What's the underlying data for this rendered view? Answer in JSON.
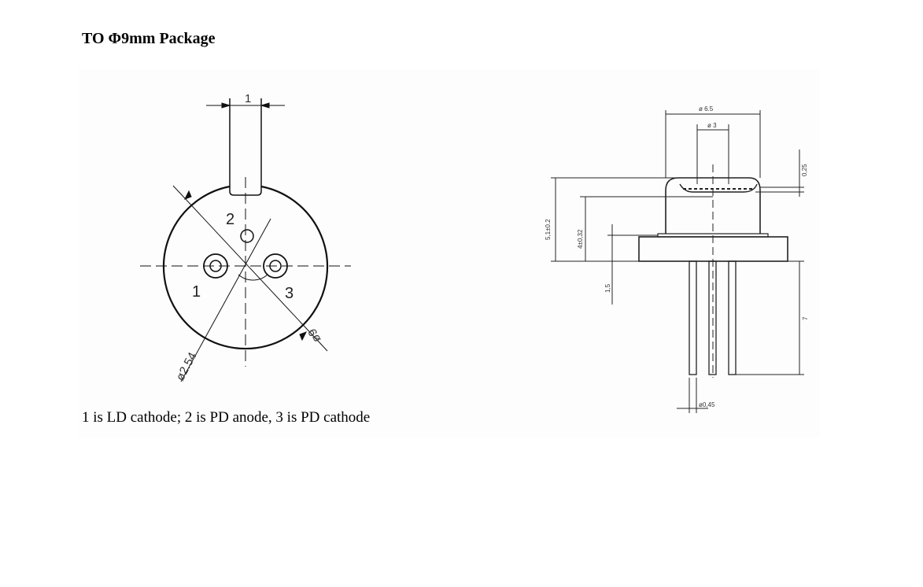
{
  "title": "TO Φ9mm Package",
  "caption": "1 is LD cathode; 2 is PD anode, 3 is PD cathode",
  "bottom_view": {
    "pin_labels": [
      "1",
      "2",
      "3"
    ],
    "tab_width": "1",
    "pin_circle_diameter": "ø2.54",
    "body_diameter": "ø9"
  },
  "side_view": {
    "cap_diameter": "ø 6.5",
    "window_diameter": "ø 3",
    "window_thickness": "0,25",
    "total_height": "5,1±0.2",
    "chip_height": "4±0,32",
    "flange_thickness": "1,5",
    "pin_length": "7",
    "pin_diameter": "ø0,45"
  }
}
